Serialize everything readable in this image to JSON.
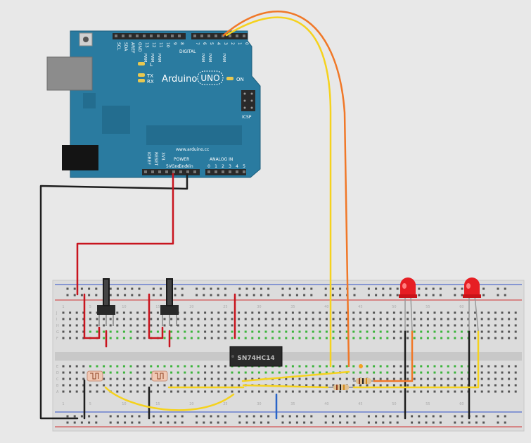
{
  "arduino": {
    "brand": "Arduino",
    "model": "UNO",
    "website": "www.arduino.cc",
    "on_label": "ON",
    "icsp_label": "ICSP",
    "digital_label": "DIGITAL",
    "power_label": "POWER",
    "analog_label": "ANALOG IN",
    "led_labels": [
      "L",
      "TX",
      "RX"
    ],
    "top_pins_left": [
      "SCL",
      "SDA",
      "AREF",
      "GND",
      "13",
      "12",
      "11",
      "10",
      "9",
      "8"
    ],
    "top_pins_right": [
      "7",
      "6",
      "5",
      "4",
      "3",
      "2",
      "1",
      "0"
    ],
    "tx_rx": [
      "TX",
      "RX"
    ],
    "pwm_label": "PWM",
    "power_pins": [
      "IOREF",
      "RESET",
      "3V3",
      "5V",
      "Gnd",
      "Gnd",
      "Vin"
    ],
    "analog_pins": [
      "0",
      "1",
      "2",
      "3",
      "4",
      "5"
    ]
  },
  "chip": {
    "label": "SN74HC14"
  },
  "breadboard": {
    "row_letters_top": [
      "J",
      "I",
      "H",
      "G",
      "F"
    ],
    "row_letters_bottom": [
      "E",
      "D",
      "C",
      "B",
      "A"
    ],
    "column_numbers": [
      "1",
      "5",
      "10",
      "15",
      "20",
      "25",
      "30",
      "35",
      "40",
      "45",
      "50",
      "55",
      "60"
    ]
  },
  "colors": {
    "arduino_blue": "#2a7ba0",
    "wire_red": "#c8141e",
    "wire_black": "#1e1e1e",
    "wire_yellow": "#f5d21e",
    "wire_orange": "#f07828",
    "wire_blue": "#2864c8",
    "led_red": "#e61e23",
    "hole_green": "#3cb43c"
  }
}
